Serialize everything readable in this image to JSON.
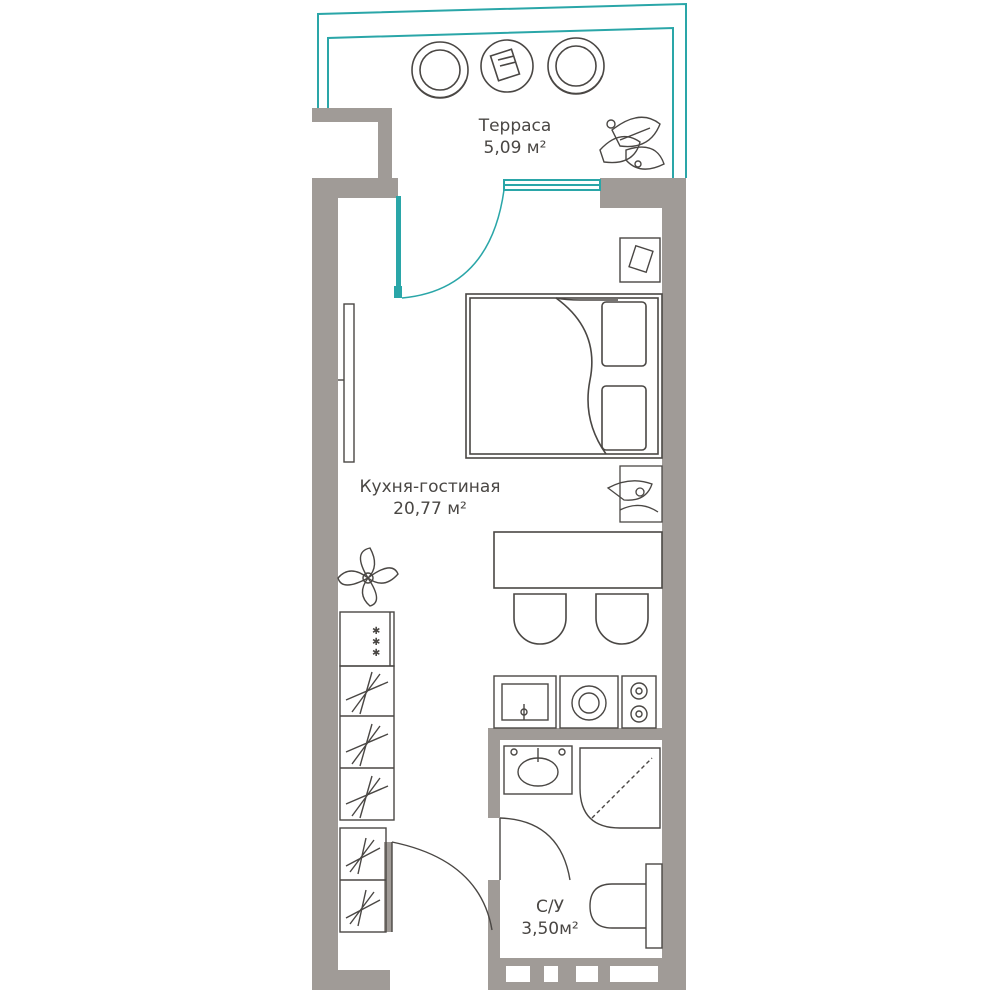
{
  "rooms": {
    "terrace": {
      "name": "Терраса",
      "area": "5,09 м²"
    },
    "living": {
      "name": "Кухня-гостиная",
      "area": "20,77 м²"
    },
    "bathroom": {
      "name": "С/У",
      "area": "3,50м²"
    }
  },
  "colors": {
    "wall": "#a09b97",
    "line": "#4a4744",
    "accent": "#2aa6a8",
    "background": "#ffffff"
  },
  "icons": [
    "plant-icon",
    "bed-icon",
    "chair-icon",
    "table-icon",
    "sink-icon",
    "stove-icon",
    "washing-machine-icon",
    "shower-icon",
    "toilet-icon",
    "wardrobe-icon",
    "door-icon",
    "window-icon"
  ]
}
